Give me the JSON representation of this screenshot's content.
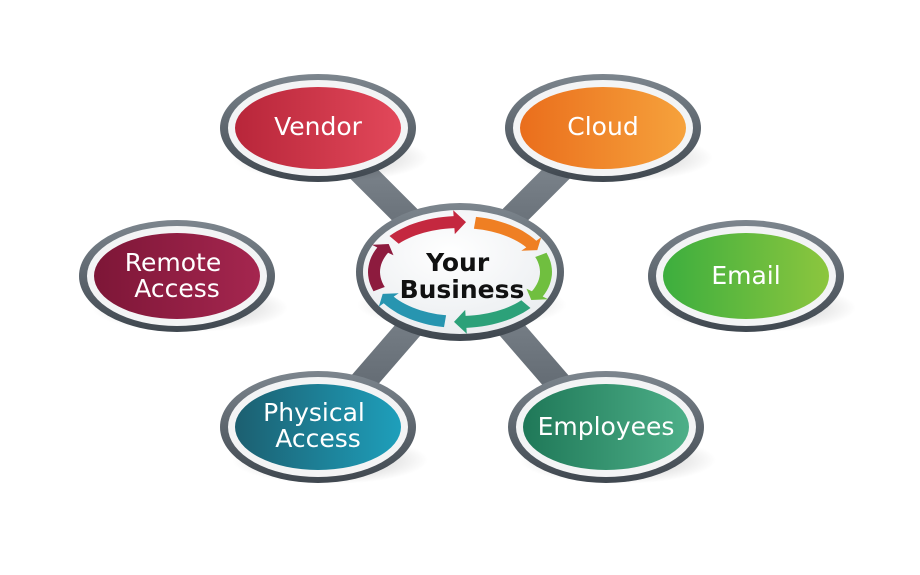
{
  "diagram": {
    "center": {
      "lines": [
        "Your",
        "Business"
      ]
    },
    "nodes": [
      {
        "id": "vendor",
        "lines": [
          "Vendor"
        ],
        "color_start": "#b8263a",
        "color_end": "#e2485a"
      },
      {
        "id": "cloud",
        "lines": [
          "Cloud"
        ],
        "color_start": "#ea6e1c",
        "color_end": "#f6a23c"
      },
      {
        "id": "remote-access",
        "lines": [
          "Remote",
          "Access"
        ],
        "color_start": "#7d1637",
        "color_end": "#a5264f"
      },
      {
        "id": "email",
        "lines": [
          "Email"
        ],
        "color_start": "#3cae3e",
        "color_end": "#8cc63e"
      },
      {
        "id": "physical-access",
        "lines": [
          "Physical",
          "Access"
        ],
        "color_start": "#1c5f70",
        "color_end": "#1e9fbb"
      },
      {
        "id": "employees",
        "lines": [
          "Employees"
        ],
        "color_start": "#1f7858",
        "color_end": "#4daf88"
      }
    ],
    "cycle_arrow_colors": [
      "#c4283f",
      "#ef7f23",
      "#70bf3f",
      "#2ca179",
      "#2795b0",
      "#8d1b3e"
    ],
    "frame_color": "#58616a",
    "connector_color": "#6f7881"
  }
}
